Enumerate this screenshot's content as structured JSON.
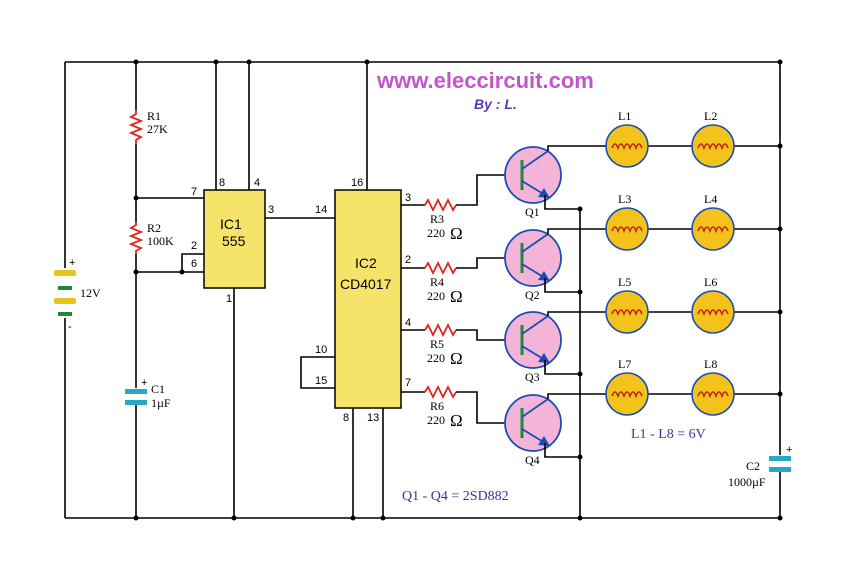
{
  "watermark": "www.eleccircuit.com",
  "byline": "By : L.",
  "battery": {
    "voltage": "12V",
    "plus": "+",
    "minus": "-"
  },
  "resistors": [
    {
      "name": "R1",
      "value": "27K"
    },
    {
      "name": "R2",
      "value": "100K"
    },
    {
      "name": "R3",
      "value": "220"
    },
    {
      "name": "R4",
      "value": "220"
    },
    {
      "name": "R5",
      "value": "220"
    },
    {
      "name": "R6",
      "value": "220"
    }
  ],
  "ohm_symbol": "Ω",
  "capacitors": [
    {
      "name": "C1",
      "value": "1µF",
      "plus": "+"
    },
    {
      "name": "C2",
      "value": "1000µF",
      "plus": "+"
    }
  ],
  "ic1": {
    "name": "IC1",
    "part": "555",
    "pins": [
      "8",
      "4",
      "7",
      "3",
      "2",
      "6",
      "1"
    ]
  },
  "ic2": {
    "name": "IC2",
    "part": "CD4017",
    "pins": [
      "16",
      "14",
      "3",
      "2",
      "4",
      "7",
      "10",
      "15",
      "8",
      "13"
    ]
  },
  "transistors": [
    "Q1",
    "Q2",
    "Q3",
    "Q4"
  ],
  "lamps": [
    "L1",
    "L2",
    "L3",
    "L4",
    "L5",
    "L6",
    "L7",
    "L8"
  ],
  "lamp_note": "L1 - L8 = 6V",
  "transistor_note": "Q1 - Q4 = 2SD882"
}
